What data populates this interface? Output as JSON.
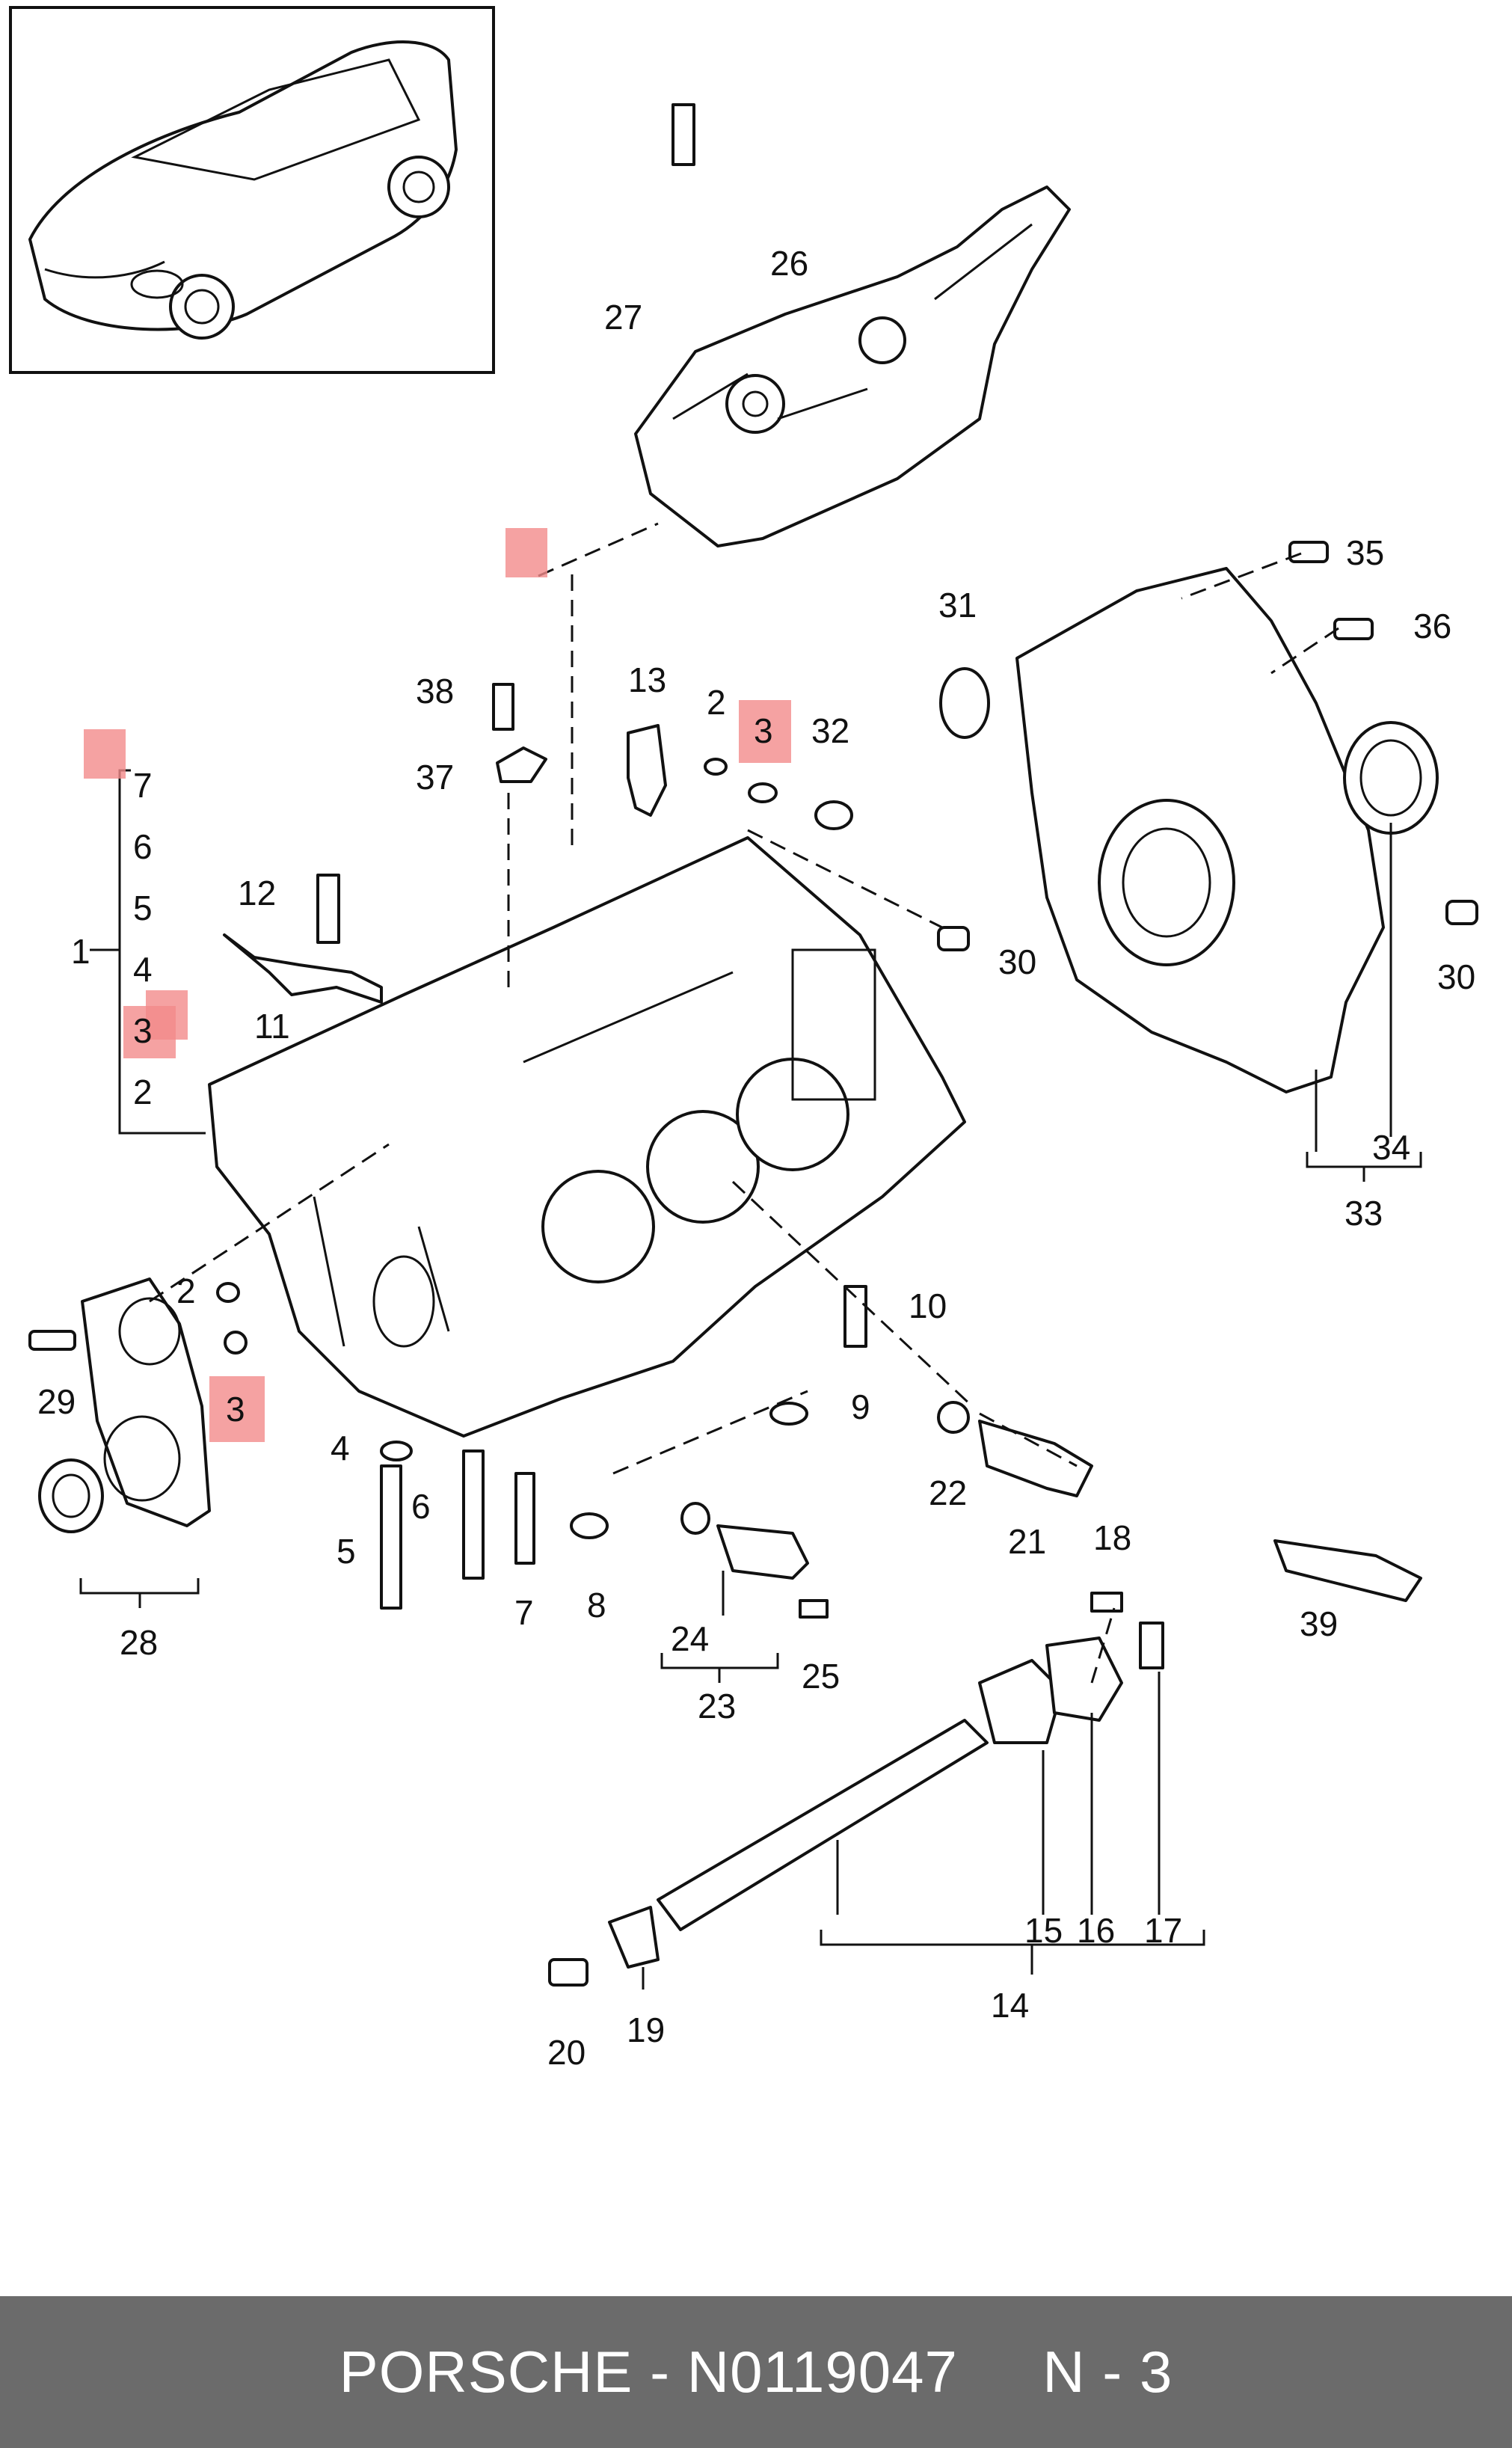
{
  "footer": {
    "brand": "PORSCHE",
    "separator": " - ",
    "part_number": "N0119047",
    "gap": "     ",
    "ref": "N - 3"
  },
  "callouts": {
    "c1": "1",
    "c2": "2",
    "c3": "3",
    "c4": "4",
    "c5": "5",
    "c6": "6",
    "c7": "7",
    "c8": "8",
    "c9": "9",
    "c10": "10",
    "c11": "11",
    "c12": "12",
    "c13": "13",
    "c14": "14",
    "c15": "15",
    "c16": "16",
    "c17": "17",
    "c18": "18",
    "c19": "19",
    "c20": "20",
    "c21": "21",
    "c22": "22",
    "c23": "23",
    "c24": "24",
    "c25": "25",
    "c26": "26",
    "c27": "27",
    "c28": "28",
    "c29": "29",
    "c30": "30",
    "c31": "31",
    "c32": "32",
    "c33": "33",
    "c34": "34",
    "c35": "35",
    "c36": "36",
    "c37": "37",
    "c38": "38",
    "c39": "39"
  },
  "highlight_color": "#f28b8b"
}
